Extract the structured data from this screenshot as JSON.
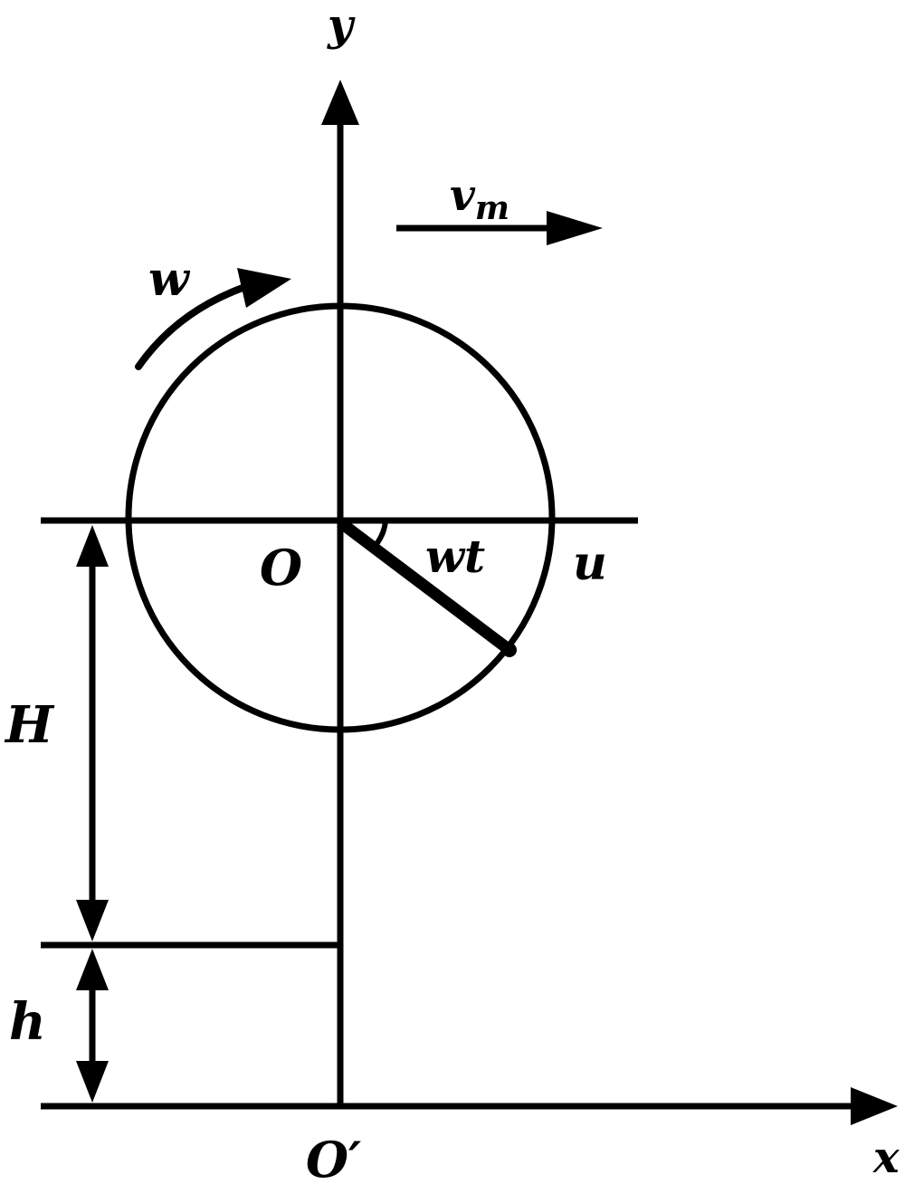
{
  "labels": {
    "y_axis": "y",
    "x_axis": "x",
    "velocity": "v",
    "velocity_subscript": "m",
    "angular_velocity": "w",
    "center": "O",
    "angle": "wt",
    "point_u": "u",
    "height_H": "H",
    "height_h": "h",
    "origin": "O′"
  },
  "colors": {
    "stroke": "#000000",
    "background": "#ffffff"
  }
}
